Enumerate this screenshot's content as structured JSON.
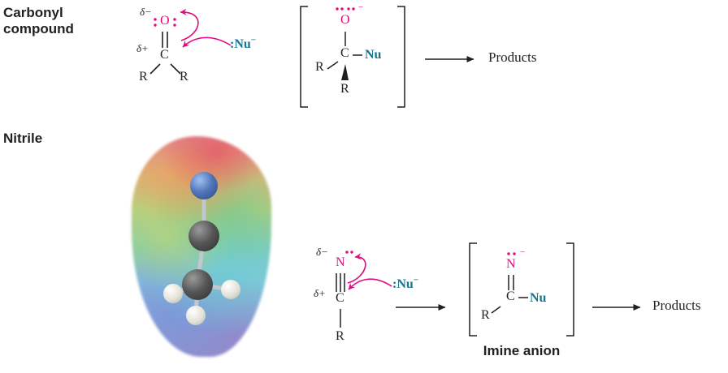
{
  "colors": {
    "pink": "#e4087e",
    "teal": "#16788f",
    "ink": "#231f20"
  },
  "carbonyl_row": {
    "section_label": "Carbonyl compound",
    "reactant": {
      "delta_minus": "δ−",
      "delta_plus": "δ+",
      "o": "O",
      "c": "C",
      "r_left": "R",
      "r_right": "R"
    },
    "nucleophile": {
      "label": ":Nu",
      "charge": "−"
    },
    "intermediate": {
      "charge": "−",
      "o": "O",
      "c": "C",
      "r_left": "R",
      "nu": "Nu",
      "r_bottom": "R"
    },
    "products_label": "Products"
  },
  "nitrile_row": {
    "section_label": "Nitrile",
    "reactant": {
      "delta_minus": "δ−",
      "delta_plus": "δ+",
      "n": "N",
      "c": "C",
      "r": "R"
    },
    "nucleophile": {
      "label": ":Nu",
      "charge": "−"
    },
    "intermediate": {
      "charge": "−",
      "n": "N",
      "c": "C",
      "r": "R",
      "nu": "Nu",
      "caption": "Imine anion"
    },
    "products_label": "Products"
  }
}
